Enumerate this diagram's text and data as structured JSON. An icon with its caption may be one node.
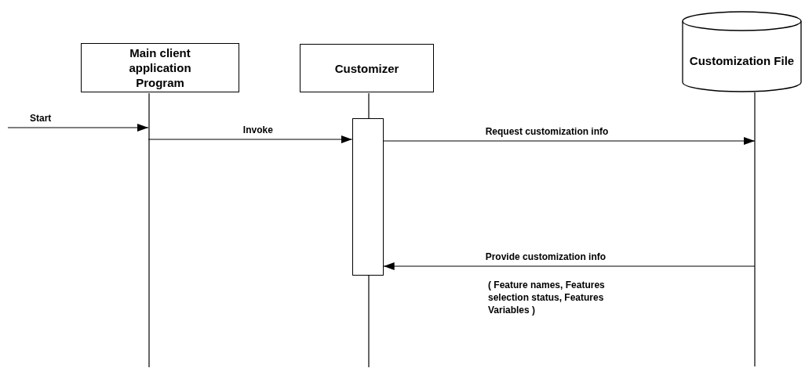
{
  "diagram": {
    "nodes": [
      {
        "text": [
          "Main client application Program"
        ]
      },
      {
        "text": [
          "Customizer"
        ]
      },
      {
        "text": [
          "Customization File"
        ]
      },
      {
        "text": [],
        "shape": "bar",
        "in": 1
      }
    ],
    "edges": [
      {
        "from": null,
        "to": 0,
        "arrow": "to",
        "label": "Start"
      },
      {
        "from": 0,
        "to": 3,
        "arrow": "to",
        "label": "Invoke"
      },
      {
        "from": 3,
        "to": 2,
        "arrow": "to",
        "label": "Request customization info"
      },
      {
        "from": 2,
        "to": 3,
        "arrow": "to",
        "label": "Provide customization info"
      }
    ],
    "labels": [
      "( Feature names, Features selection status, Features Variables )"
    ]
  }
}
